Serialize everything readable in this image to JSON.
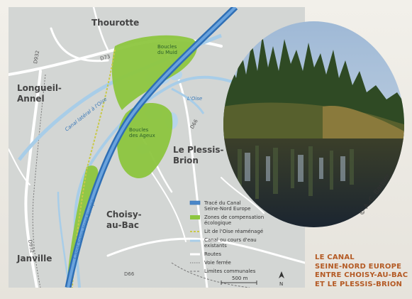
{
  "map": {
    "towns": {
      "thourotte": "Thourotte",
      "longueil_1": "Longueil-",
      "longueil_2": "Annel",
      "plessis_1": "Le Plessis-",
      "plessis_2": "Brion",
      "choisy_1": "Choisy-",
      "choisy_2": "au-Bac",
      "janville": "Janville"
    },
    "zones": {
      "boucles_muid_1": "Boucles",
      "boucles_muid_2": "du Muid",
      "boucles_ageux_1": "Boucles",
      "boucles_ageux_2": "des Ageux"
    },
    "waterways": {
      "canal_lateral": "Canal latéral à l'Oise",
      "loise": "L'Oise",
      "canal_snE": "Canal Seine-Nord Europe"
    },
    "roads": {
      "d932_top": "D932",
      "d73": "D73",
      "d66_right": "D66",
      "d932_bottom": "D932",
      "d66_bottom": "D66"
    },
    "legend": [
      {
        "label": "Tracé du Canal",
        "label2": "Seine-Nord Europe",
        "symbol": "canal",
        "color": "#4a87c9"
      },
      {
        "label": "Zones de compensation",
        "label2": "écologique",
        "symbol": "zone",
        "color": "#8dc63f"
      },
      {
        "label": "Lit de l'Oise réaménagé",
        "label2": "",
        "symbol": "lit",
        "color": "#c9c94a"
      },
      {
        "label": "Canal ou cours d'eau",
        "label2": "existants",
        "symbol": "water",
        "color": "#a8cde8"
      },
      {
        "label": "Routes",
        "label2": "",
        "symbol": "road",
        "color": "#ffffff"
      },
      {
        "label": "Voie ferrée",
        "label2": "",
        "symbol": "rail",
        "color": "#777777"
      },
      {
        "label": "Limites communales",
        "label2": "",
        "symbol": "limit",
        "color": "#777777"
      }
    ],
    "scale_label": "500 m",
    "north_label": "N",
    "colors": {
      "background": "#d6d8d6",
      "canal": "#4a87c9",
      "zone": "#8dc63f",
      "water": "#a8cde8",
      "road": "#ffffff"
    }
  },
  "photo": {
    "credit": "© A.-C. Barbier"
  },
  "caption": {
    "line1": "LE CANAL",
    "line2": "SEINE-NORD EUROPE",
    "line3": "ENTRE CHOISY-AU-BAC",
    "line4": "ET LE PLESSIS-BRION"
  }
}
